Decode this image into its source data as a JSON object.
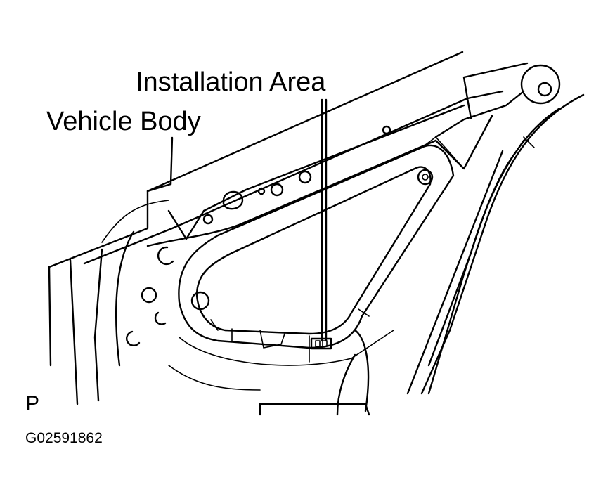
{
  "labels": {
    "installation_area": "Installation Area",
    "vehicle_body": "Vehicle Body"
  },
  "view_letter": "P",
  "figure_code": "G02591862"
}
